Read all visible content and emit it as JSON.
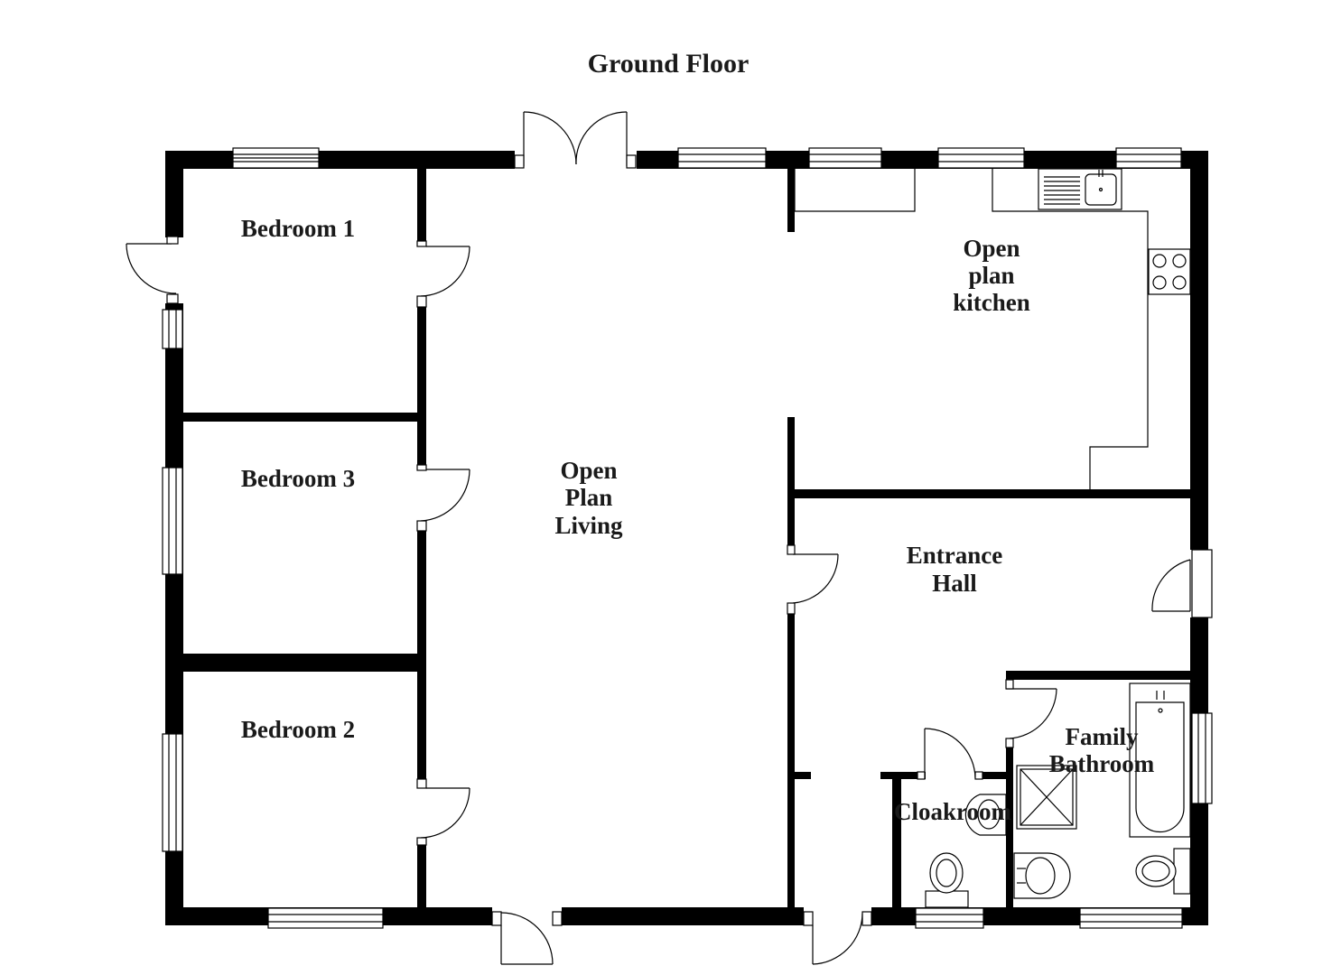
{
  "title": "Ground Floor",
  "rooms": {
    "bedroom1": "Bedroom 1",
    "bedroom3": "Bedroom 3",
    "bedroom2": "Bedroom 2",
    "living": [
      "Open",
      "Plan",
      "Living"
    ],
    "kitchen": [
      "Open",
      "plan",
      "kitchen"
    ],
    "hall": [
      "Entrance",
      "Hall"
    ],
    "bathroom": [
      "Family",
      "Bathroom"
    ],
    "cloakroom": "Cloakroom"
  },
  "colors": {
    "wall": "#000000",
    "background": "#ffffff",
    "text": "#1a1a1a"
  }
}
